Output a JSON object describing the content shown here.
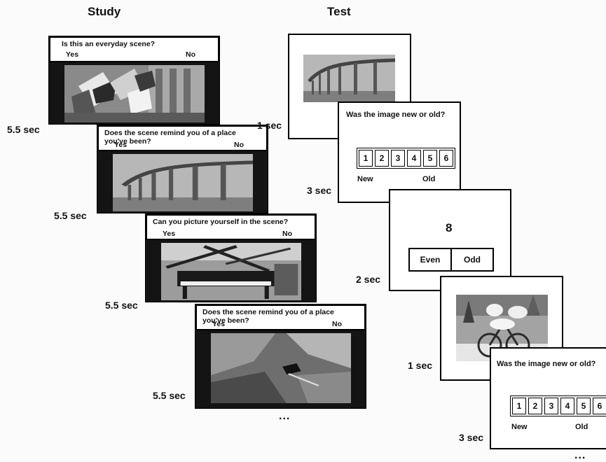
{
  "headings": {
    "study": "Study",
    "test": "Test"
  },
  "study_trials": [
    {
      "question": "Is this an everyday scene?",
      "yes": "Yes",
      "no": "No",
      "duration": "5.5 sec",
      "image": "flags-photo"
    },
    {
      "question": "Does the scene remind you of a place you've been?",
      "yes": "Yes",
      "no": "No",
      "duration": "5.5 sec",
      "image": "bridge-photo"
    },
    {
      "question": "Can you picture yourself in the scene?",
      "yes": "Yes",
      "no": "No",
      "duration": "5.5 sec",
      "image": "piano-photo"
    },
    {
      "question": "Does the scene remind you of a place you've been?",
      "yes": "Yes",
      "no": "No",
      "duration": "5.5 sec",
      "image": "cave-photo"
    }
  ],
  "study_ellipsis": "...",
  "test_sequence": [
    {
      "kind": "image",
      "image": "bridge-photo",
      "duration": "1 sec"
    },
    {
      "kind": "rating",
      "question": "Was the image new or old?",
      "scale": [
        "1",
        "2",
        "3",
        "4",
        "5",
        "6"
      ],
      "left_anchor": "New",
      "right_anchor": "Old",
      "duration": "3 sec"
    },
    {
      "kind": "parity",
      "digit": "8",
      "options": [
        "Even",
        "Odd"
      ],
      "duration": "2 sec"
    },
    {
      "kind": "image",
      "image": "snow-bicycles-photo",
      "duration": "1 sec"
    },
    {
      "kind": "rating",
      "question": "Was the image new or old?",
      "scale": [
        "1",
        "2",
        "3",
        "4",
        "5",
        "6"
      ],
      "left_anchor": "New",
      "right_anchor": "Old",
      "duration": "3 sec"
    }
  ],
  "test_ellipsis": "...",
  "colors": {
    "card_dark": "#141414",
    "border": "#000000",
    "background": "#fbfbfb"
  }
}
